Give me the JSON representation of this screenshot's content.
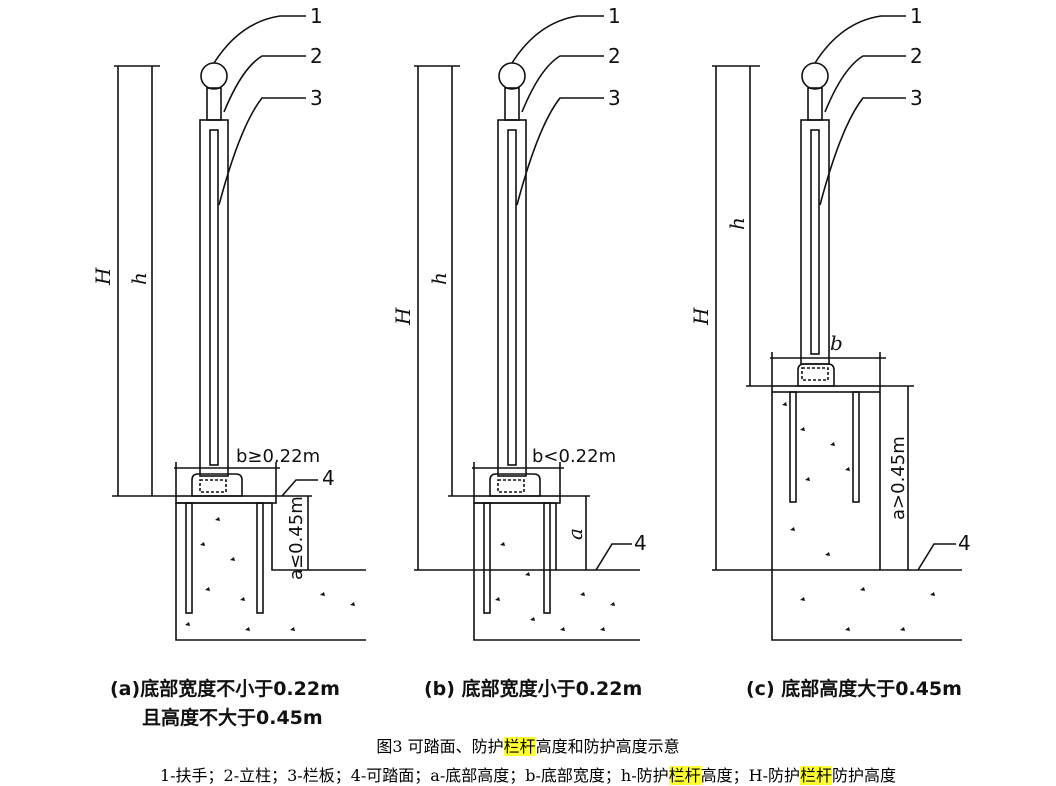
{
  "diagram": {
    "callouts": [
      "1",
      "2",
      "3",
      "4"
    ],
    "labels": {
      "H": "H",
      "h": "h",
      "a": "a",
      "b": "b",
      "a_b": "b≥0.22m",
      "a_a": "a≤0.45m",
      "b_b": "b<0.22m",
      "c_a": "a>0.45m"
    },
    "panel_captions": {
      "a_line1": "(a)底部宽度不小于0.22m",
      "a_line2": "且高度不大于0.45m",
      "b": "(b) 底部宽度小于0.22m",
      "c": "(c) 底部高度大于0.45m"
    }
  },
  "figure_caption": {
    "prefix": "图3 可踏面、防护",
    "highlight": "栏杆",
    "suffix": "高度和防护高度示意"
  },
  "legend": {
    "part1": "1-扶手；2-立柱；3-栏板；4-可踏面；a-底部高度；b-底部宽度；h-防护",
    "hl1": "栏杆",
    "part2": "高度；H-防护",
    "hl2": "栏杆",
    "part3": "防护高度"
  },
  "colors": {
    "highlight": "#ffff33",
    "ink": "#111111"
  }
}
